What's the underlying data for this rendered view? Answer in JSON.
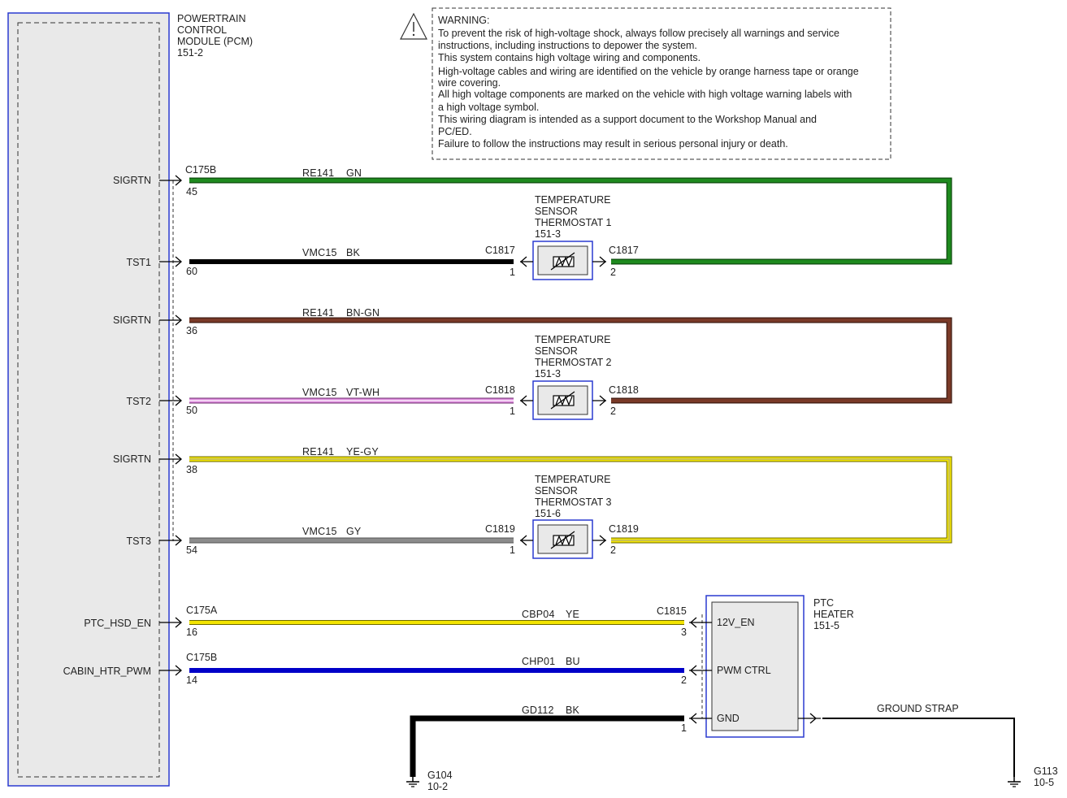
{
  "pcm": {
    "name_lines": [
      "POWERTRAIN",
      "CONTROL",
      "MODULE (PCM)",
      "151-2"
    ],
    "pins": [
      "SIGRTN",
      "TST1",
      "SIGRTN",
      "TST2",
      "SIGRTN",
      "TST3",
      "PTC_HSD_EN",
      "CABIN_HTR_PWM"
    ]
  },
  "warning": {
    "lines": [
      "WARNING:",
      "To prevent the risk of high-voltage shock, always follow precisely all warnings and service",
      "instructions, including instructions to depower the system.",
      "This system contains high voltage wiring and components.",
      "High-voltage cables and wiring are identified on the vehicle by orange harness tape or orange",
      "wire covering.",
      "All high voltage components are marked on the vehicle with high voltage warning labels with",
      "a high voltage symbol.",
      "This wiring diagram is intended as a support document to the Workshop Manual and",
      "PC/ED.",
      "Failure to follow the instructions may result in serious personal injury or death."
    ]
  },
  "sensors": [
    {
      "lines": [
        "TEMPERATURE",
        "SENSOR",
        "THERMOSTAT 1",
        "151-3"
      ],
      "conn_left": "C1817",
      "conn_right": "C1817",
      "pin_left": "1",
      "pin_right": "2"
    },
    {
      "lines": [
        "TEMPERATURE",
        "SENSOR",
        "THERMOSTAT 2",
        "151-3"
      ],
      "conn_left": "C1818",
      "conn_right": "C1818",
      "pin_left": "1",
      "pin_right": "2"
    },
    {
      "lines": [
        "TEMPERATURE",
        "SENSOR",
        "THERMOSTAT 3",
        "151-6"
      ],
      "conn_left": "C1819",
      "conn_right": "C1819",
      "pin_left": "1",
      "pin_right": "2"
    }
  ],
  "wires": [
    {
      "connector": "C175B",
      "pin": "45",
      "circuit": "RE141",
      "color_code": "GN",
      "color": "#1e7d1e",
      "stripe": ""
    },
    {
      "connector": "",
      "pin": "60",
      "circuit": "VMC15",
      "color_code": "BK",
      "color": "#000000",
      "stripe": ""
    },
    {
      "connector": "",
      "pin": "36",
      "circuit": "RE141",
      "color_code": "BN-GN",
      "color": "#7a3a28",
      "stripe": "#1e7d1e"
    },
    {
      "connector": "",
      "pin": "50",
      "circuit": "VMC15",
      "color_code": "VT-WH",
      "color": "#d98ad9",
      "stripe": "#ffffff"
    },
    {
      "connector": "",
      "pin": "38",
      "circuit": "RE141",
      "color_code": "YE-GY",
      "color": "#f0e000",
      "stripe": "#888888"
    },
    {
      "connector": "",
      "pin": "54",
      "circuit": "VMC15",
      "color_code": "GY",
      "color": "#888888",
      "stripe": ""
    },
    {
      "connector": "C175A",
      "pin": "16",
      "circuit": "CBP04",
      "color_code": "YE",
      "color": "#f0e000",
      "stripe": ""
    },
    {
      "connector": "C175B",
      "pin": "14",
      "circuit": "CHP01",
      "color_code": "BU",
      "color": "#0000d0",
      "stripe": ""
    },
    {
      "connector": "",
      "pin": "",
      "circuit": "GD112",
      "color_code": "BK",
      "color": "#000000",
      "stripe": ""
    }
  ],
  "ptc": {
    "name_lines": [
      "PTC",
      "HEATER",
      "151-5"
    ],
    "connector": "C1815",
    "pins": [
      {
        "label": "12V_EN",
        "num": "3"
      },
      {
        "label": "PWM CTRL",
        "num": "2"
      },
      {
        "label": "GND",
        "num": "1"
      }
    ]
  },
  "grounds": [
    {
      "name": "G104",
      "ref": "10-2"
    },
    {
      "name": "G113",
      "ref": "10-5"
    }
  ],
  "ground_strap": "GROUND STRAP",
  "icons": {
    "warning": "warning-triangle-icon",
    "connector": "connector-arrow-icon",
    "sensor": "thermistor-icon",
    "ground": "ground-icon"
  }
}
